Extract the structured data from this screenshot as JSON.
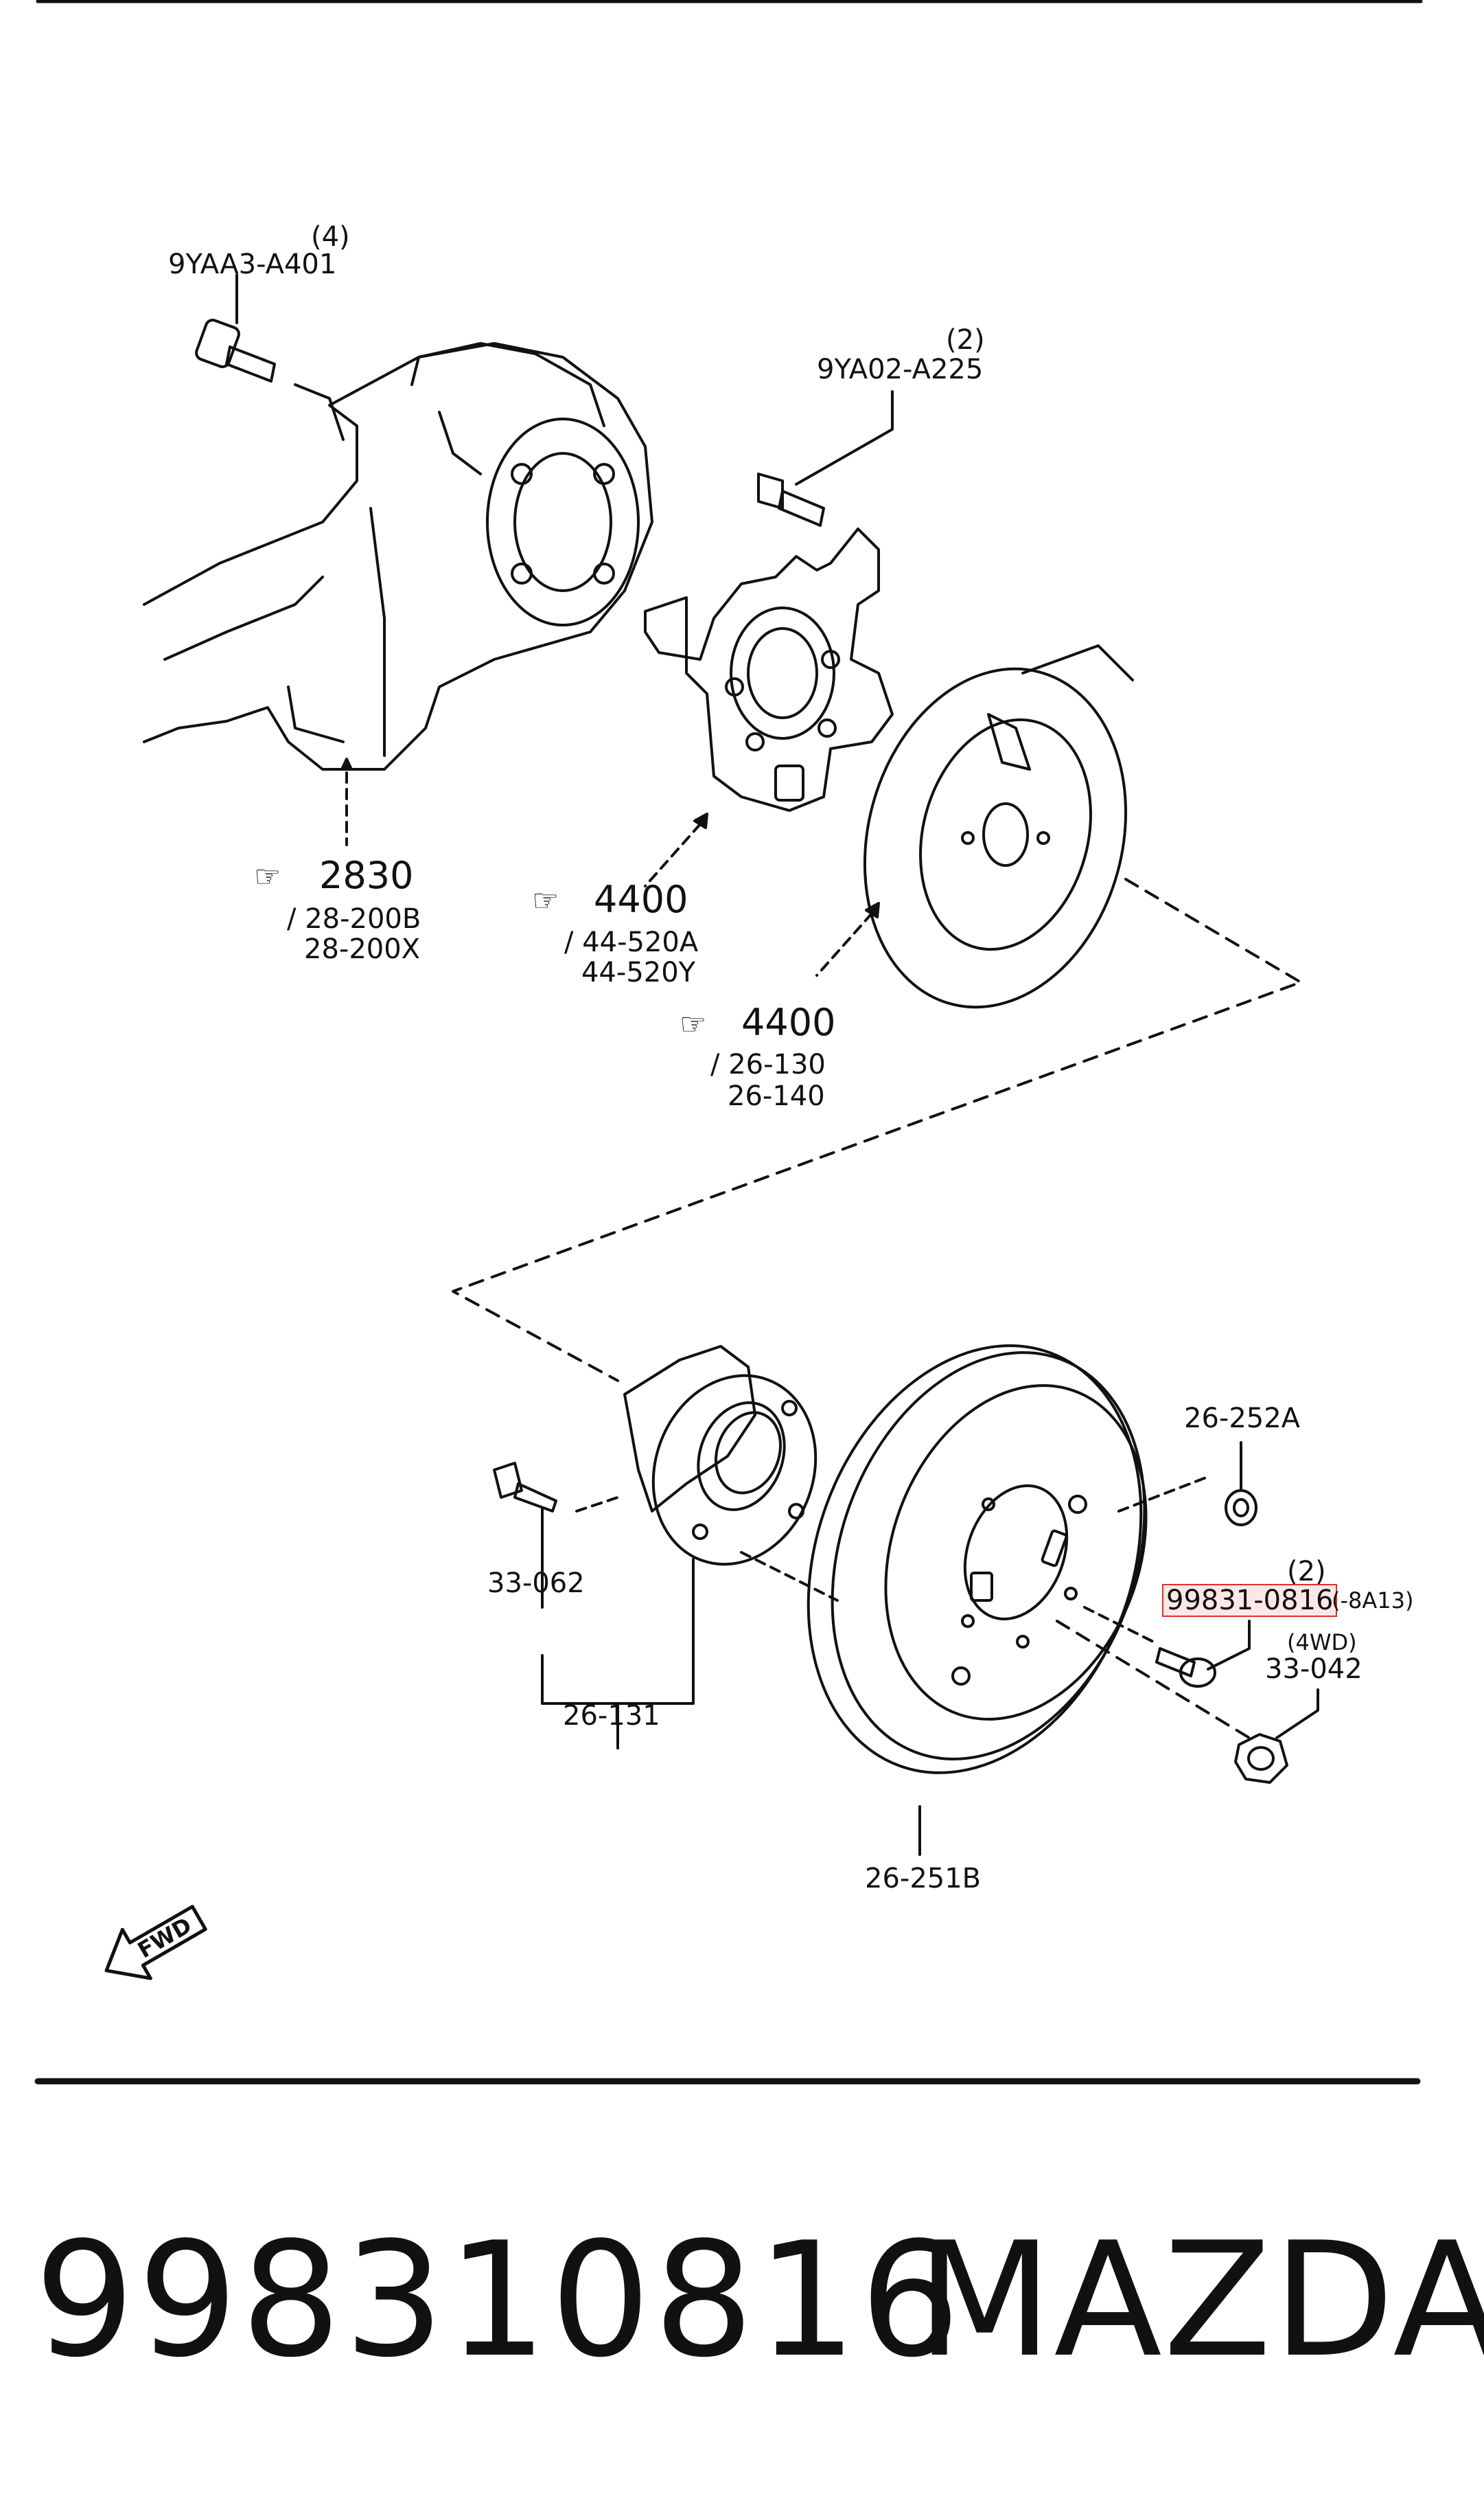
{
  "diagram": {
    "labels": {
      "bolt_top_qty": "(4)",
      "bolt_top_part": "9YAA3-A401",
      "bolt_mid_qty": "(2)",
      "bolt_mid_part": "9YA02-A225",
      "ref_knuckle_num": "2830",
      "ref_knuckle_parts_1": "/ 28-200B",
      "ref_knuckle_parts_2": "28-200X",
      "ref_bracket_num": "4400",
      "ref_bracket_parts_1": "/ 44-520A",
      "ref_bracket_parts_2": "44-520Y",
      "ref_plate_num": "4400",
      "ref_plate_parts_1": "/ 26-130",
      "ref_plate_parts_2": "26-140",
      "cap_part": "26-252A",
      "screw_qty": "(2)",
      "screw_part": "99831-0816",
      "screw_note": "(-8A13)",
      "nut_note": "(4WD)",
      "nut_part": "33-042",
      "hub_bolt_part": "33-062",
      "hub_part": "26-131",
      "disc_part": "26-251B",
      "fwd": "FWD"
    },
    "icons": [
      "hand-pointer-icon",
      "fwd-arrow-icon"
    ]
  },
  "footer": {
    "part_number": "998310816",
    "brand": "MAZDA"
  },
  "colors": {
    "line": "#111111",
    "highlight_border": "#e0302c"
  }
}
